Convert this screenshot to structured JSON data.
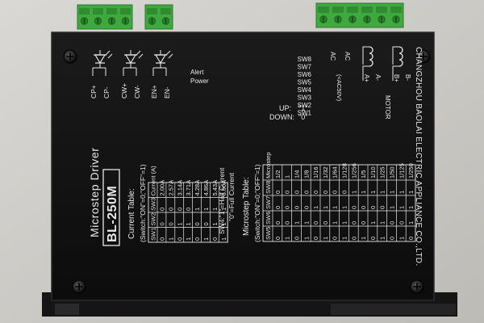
{
  "colors": {
    "background": "#c9c7c2",
    "panel": "#111111",
    "print": "#e9e9e9",
    "terminal_green": "#3fa83f"
  },
  "device": {
    "title": "Microstep  Driver",
    "model": "BL-250M",
    "manufacturer": "CHANGZHOU BAOLAI ELECTRIC APPLIANCE CO.,LTD."
  },
  "signal_labels": [
    "CP+",
    "CP-",
    "CW+",
    "CW-",
    "EN+",
    "EN-"
  ],
  "alert_power": [
    "Alert",
    "Power"
  ],
  "switch_list": [
    "SW8",
    "SW7",
    "SW6",
    "SW5",
    "SW4",
    "SW3",
    "SW2",
    "SW1"
  ],
  "up_down": {
    "up_label": "UP:",
    "up_value": "\"1\"",
    "down_label": "DOWN:",
    "down_value": "\"0\""
  },
  "ac": {
    "label_1": "AC",
    "label_2": "AC",
    "range": "(<AC50V)"
  },
  "motor": {
    "label": "MOTOR",
    "phases": [
      "A+",
      "A-",
      "B+",
      "B-"
    ]
  },
  "current_table": {
    "title": "Current  Table:",
    "legend": "(Switch:\"ON\"=0;\"OFF\"=1)",
    "headers": [
      "SW1",
      "SW2",
      "SW3",
      "Current (A)"
    ],
    "rows": [
      [
        "0",
        "0",
        "0",
        "2.00A"
      ],
      [
        "1",
        "0",
        "0",
        "2.57A"
      ],
      [
        "0",
        "1",
        "0",
        "3.14A"
      ],
      [
        "1",
        "1",
        "0",
        "3.71A"
      ],
      [
        "0",
        "0",
        "1",
        "4.28A"
      ],
      [
        "1",
        "0",
        "1",
        "4.86A"
      ],
      [
        "0",
        "1",
        "1",
        "5.43A"
      ],
      [
        "1",
        "1",
        "1",
        "6.00A"
      ]
    ]
  },
  "sw4_note": {
    "line_1": "SW4:\"1\"=Half  Current",
    "line_2": "\"0\"=Full  Current"
  },
  "microstep_table": {
    "title": "Microstep  Table:",
    "legend": "(Switch:\"ON\"=0;\"OFF\"=1)",
    "headers": [
      "SW5",
      "SW6",
      "SW7",
      "SW8",
      "Microstep"
    ],
    "rows": [
      [
        "0",
        "0",
        "0",
        "0",
        "1/2"
      ],
      [
        "1",
        "0",
        "0",
        "0",
        "1"
      ],
      [
        "0",
        "1",
        "0",
        "0",
        "1/4"
      ],
      [
        "1",
        "1",
        "0",
        "0",
        "1/8"
      ],
      [
        "0",
        "0",
        "1",
        "0",
        "1/16"
      ],
      [
        "1",
        "0",
        "1",
        "0",
        "1/32"
      ],
      [
        "0",
        "1",
        "1",
        "0",
        "1/64"
      ],
      [
        "1",
        "1",
        "1",
        "0",
        "1/128"
      ],
      [
        "0",
        "0",
        "0",
        "1",
        "1/256"
      ],
      [
        "1",
        "0",
        "0",
        "1",
        "1/5"
      ],
      [
        "0",
        "1",
        "0",
        "1",
        "1/10"
      ],
      [
        "1",
        "1",
        "0",
        "1",
        "1/25"
      ],
      [
        "0",
        "0",
        "1",
        "1",
        "1/50"
      ],
      [
        "1",
        "0",
        "1",
        "1",
        "1/125"
      ],
      [
        "0",
        "1",
        "1",
        "1",
        "1/250"
      ]
    ]
  }
}
